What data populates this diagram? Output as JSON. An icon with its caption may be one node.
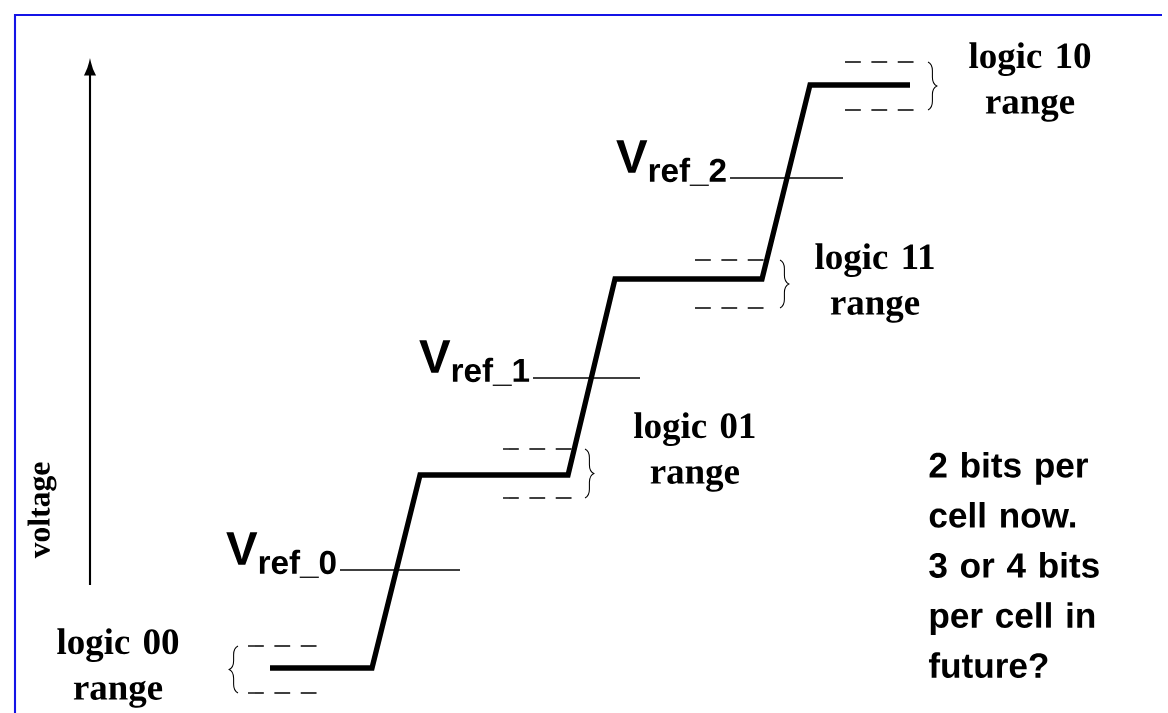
{
  "diagram": {
    "labels": [
      "logic 10 range",
      "V$_{ref_2}$",
      "logic 11 range",
      "V$_{ref_1}$",
      "logic 01 range",
      "voltage",
      "V$_{ref_0}$",
      "2 bits per cell now. 3 or 4 bits per cell in future?",
      "logic 00 range"
    ]
  }
}
